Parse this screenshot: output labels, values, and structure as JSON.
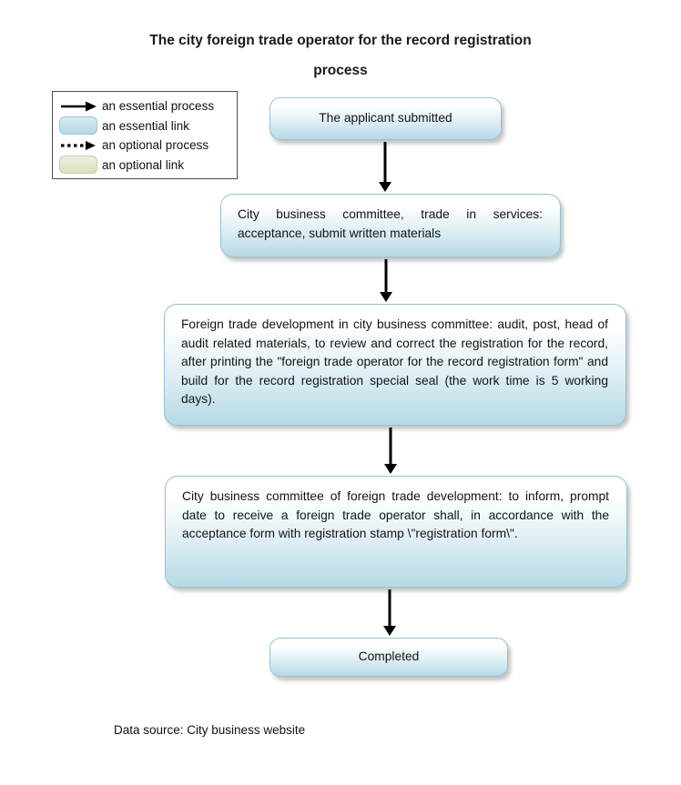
{
  "title": {
    "line1": "The city foreign trade operator for the record registration",
    "line2": "process"
  },
  "legend": {
    "items": [
      {
        "icon": "solid-arrow",
        "label": "an essential process"
      },
      {
        "icon": "blue-rounded-box",
        "label": "an essential link"
      },
      {
        "icon": "dotted-arrow",
        "label": "an optional process"
      },
      {
        "icon": "olive-rounded-box",
        "label": "an optional link"
      }
    ]
  },
  "flow": {
    "nodes": [
      {
        "label": "The applicant submitted"
      },
      {
        "label": "City business committee, trade in services: acceptance, submit written materials"
      },
      {
        "label": "Foreign trade development in city business committee: audit, post, head of audit related materials, to review and correct the registration for the record, after printing the \"foreign trade operator for the record registration form\" and build for the record registration special seal (the work time is 5 working days)."
      },
      {
        "label": "City business committee of foreign trade development: to inform, prompt date to receive a foreign trade operator shall, in accordance with the acceptance form with registration stamp \\\"registration form\\\"."
      },
      {
        "label": "Completed"
      }
    ]
  },
  "footer": {
    "text": "Data source: City business website"
  },
  "colors": {
    "essential_fill_top": "#ffffff",
    "essential_fill_bottom": "#b5d9e6",
    "essential_border": "#93c2d4",
    "optional_fill": "#e0e8cd",
    "optional_border": "#c6d2a8",
    "arrow": "#000000"
  }
}
